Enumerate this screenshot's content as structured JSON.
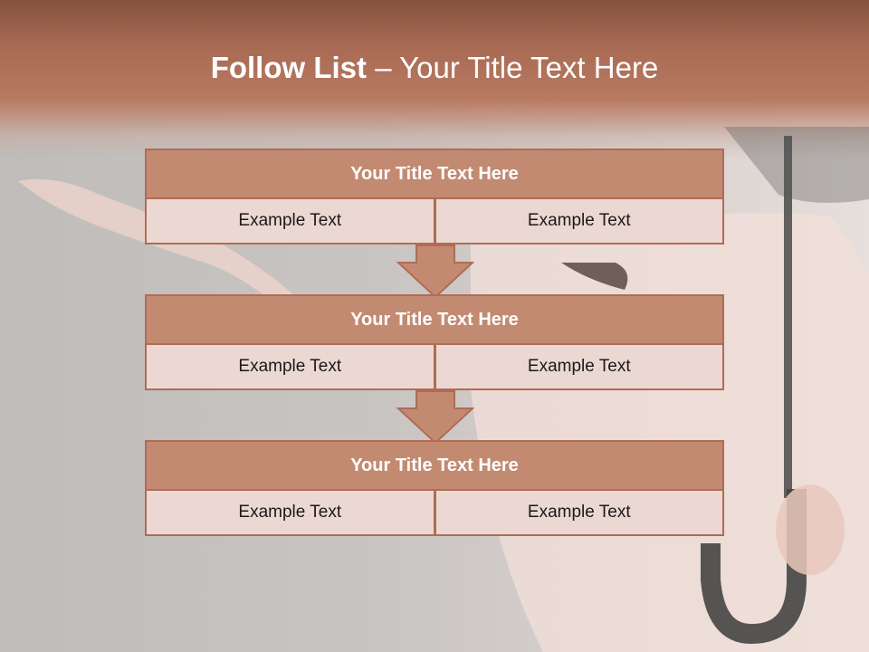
{
  "title": {
    "bold": "Follow List",
    "rest": " – Your Title Text Here"
  },
  "steps": [
    {
      "heading": "Your Title Text Here",
      "left": "Example Text",
      "right": "Example Text"
    },
    {
      "heading": "Your Title Text Here",
      "left": "Example Text",
      "right": "Example Text"
    },
    {
      "heading": "Your Title Text Here",
      "left": "Example Text",
      "right": "Example Text"
    }
  ],
  "colors": {
    "header": "#a86a53",
    "box_head": "#c38a72",
    "box_cell": "#ecd8d2",
    "border": "#b06c55"
  }
}
